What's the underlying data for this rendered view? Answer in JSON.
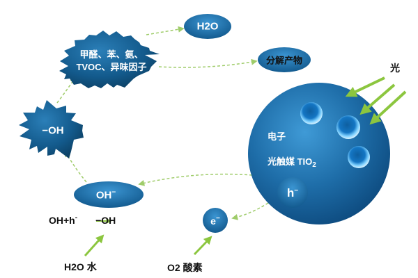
{
  "nodes": {
    "h2o": "H2O",
    "pollutants_line1": "甲醛、苯、氨、",
    "pollutants_line2": "TVOC、异味因子",
    "products": "分解产物",
    "radical": "−OH",
    "hydroxide": "OH",
    "hydroxide_charge": "−",
    "reaction_left": "OH+h",
    "reaction_charge": "-",
    "reaction_right": "−OH",
    "electron": "e",
    "electron_charge": "−",
    "hole": "h",
    "hole_charge": "−"
  },
  "sphere": {
    "electron_label": "电子",
    "catalyst_label": "光触媒 TIO",
    "catalyst_subscript": "2"
  },
  "inputs": {
    "light": "光",
    "water_formula": "H2O",
    "water_word": "水",
    "oxygen_formula": "O2",
    "oxygen_word": "酸素"
  },
  "colors": {
    "blob_dark": "#0b3c5d",
    "blob_mid": "#1a6aa0",
    "sphere_light": "#2a86c4",
    "arrow_green": "#8cc63f",
    "dashed_green": "#9fcc6a"
  }
}
